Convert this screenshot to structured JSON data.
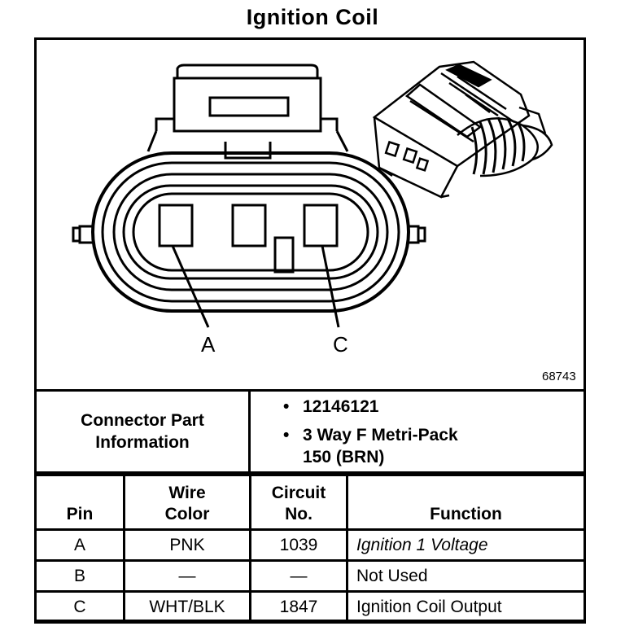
{
  "title": "Ignition Coil",
  "figure_number": "68743",
  "pin_labels": [
    "A",
    "C"
  ],
  "connector_info": {
    "label_line1": "Connector Part",
    "label_line2": "Information",
    "part_number": "12146121",
    "description_line1": "3 Way F Metri-Pack",
    "description_line2": "150 (BRN)"
  },
  "table": {
    "headers": {
      "pin": "Pin",
      "wire_line1": "Wire",
      "wire_line2": "Color",
      "circuit_line1": "Circuit",
      "circuit_line2": "No.",
      "function": "Function"
    },
    "rows": [
      {
        "pin": "A",
        "wire": "PNK",
        "circuit": "1039",
        "function": "Ignition 1 Voltage"
      },
      {
        "pin": "B",
        "wire": "—",
        "circuit": "—",
        "function": "Not Used"
      },
      {
        "pin": "C",
        "wire": "WHT/BLK",
        "circuit": "1847",
        "function": "Ignition Coil Output"
      }
    ]
  },
  "bullet_symbol": "•"
}
